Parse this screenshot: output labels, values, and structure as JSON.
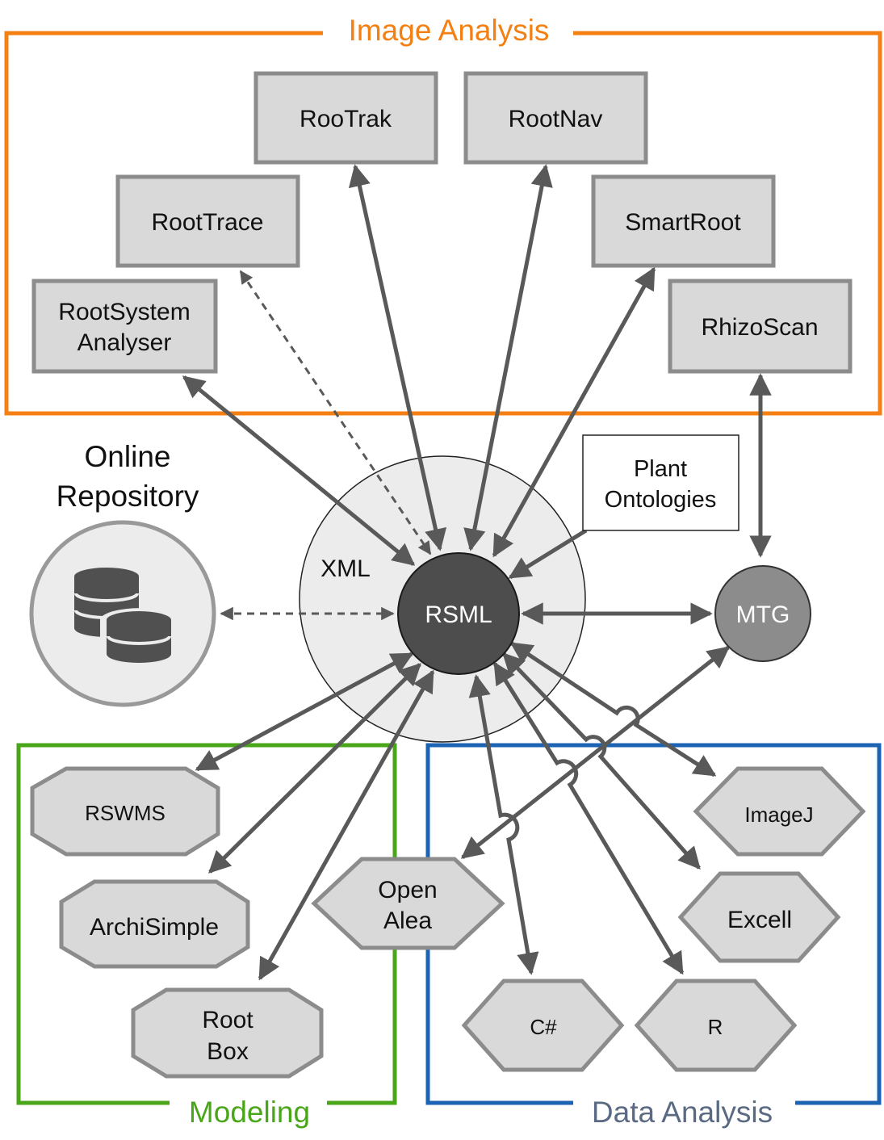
{
  "groups": {
    "image_analysis": {
      "title": "Image Analysis",
      "color": "#f47f12"
    },
    "modeling": {
      "title": "Modeling",
      "color": "#4aa619"
    },
    "data_analysis": {
      "title": "Data Analysis",
      "color": "#1c63b4",
      "title_color": "#5a6a82"
    }
  },
  "repository": {
    "line1": "Online",
    "line2": "Repository",
    "icon": "database-icon"
  },
  "xml_label": "XML",
  "hubs": {
    "rsml": "RSML",
    "mtg": "MTG"
  },
  "ontologies": {
    "line1": "Plant",
    "line2": "Ontologies"
  },
  "image_tools": {
    "rootrak": "RooTrak",
    "rootnav": "RootNav",
    "roottrace": "RootTrace",
    "smartroot": "SmartRoot",
    "rootsystem_line1": "RootSystem",
    "rootsystem_line2": "Analyser",
    "rhizoscan": "RhizoScan"
  },
  "modeling_tools": {
    "rswms": "RSWMS",
    "archisimple": "ArchiSimple",
    "rootbox_line1": "Root",
    "rootbox_line2": "Box"
  },
  "data_tools": {
    "openalea_line1": "Open",
    "openalea_line2": "Alea",
    "imagej": "ImageJ",
    "excell": "Excell",
    "csharp": "C#",
    "r": "R"
  }
}
